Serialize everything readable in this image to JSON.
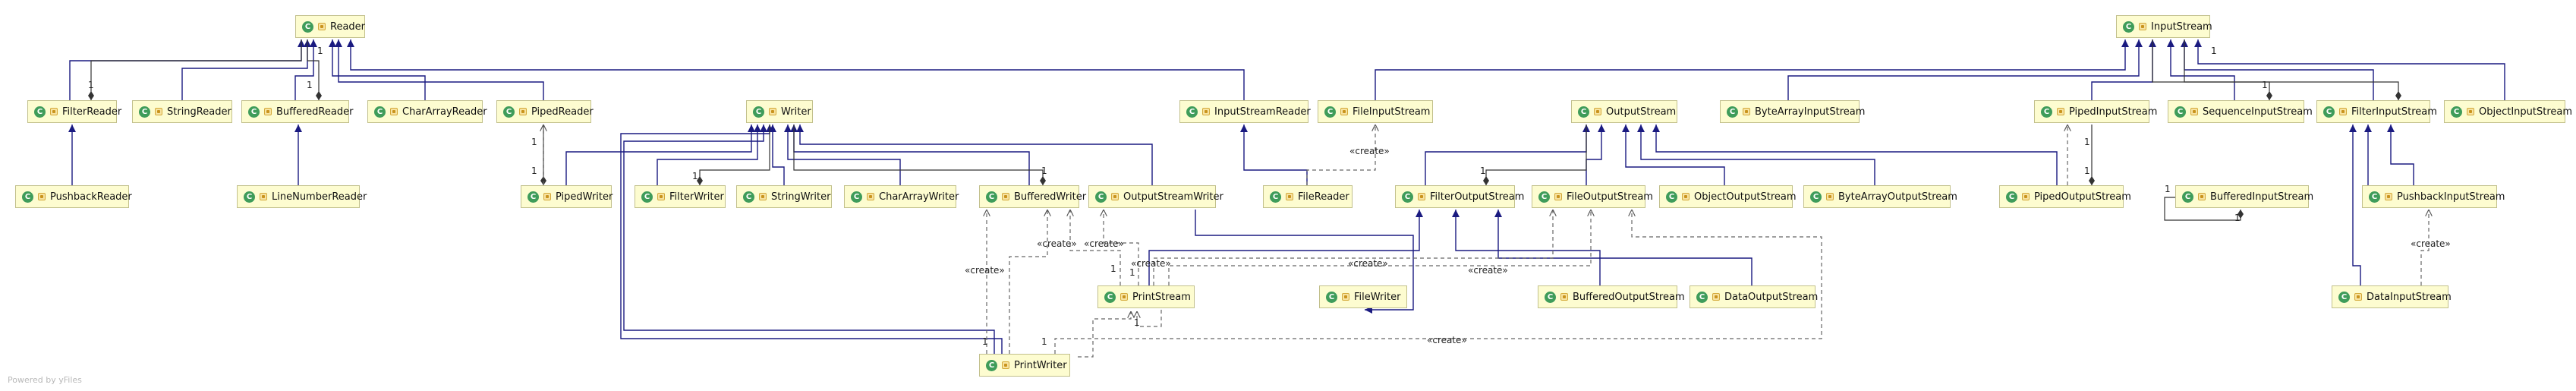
{
  "diagram": {
    "footer": "Powered by yFiles",
    "create_label": "«create»",
    "multiplicity": "1",
    "classes": {
      "reader": "Reader",
      "filter_reader": "FilterReader",
      "string_reader": "StringReader",
      "buffered_reader": "BufferedReader",
      "char_array_reader": "CharArrayReader",
      "piped_reader": "PipedReader",
      "pushback_reader": "PushbackReader",
      "line_number_reader": "LineNumberReader",
      "writer": "Writer",
      "piped_writer": "PipedWriter",
      "filter_writer": "FilterWriter",
      "string_writer": "StringWriter",
      "char_array_writer": "CharArrayWriter",
      "buffered_writer": "BufferedWriter",
      "output_stream_writer": "OutputStreamWriter",
      "input_stream_reader": "InputStreamReader",
      "file_reader": "FileReader",
      "file_input_stream": "FileInputStream",
      "print_stream": "PrintStream",
      "file_writer": "FileWriter",
      "print_writer": "PrintWriter",
      "output_stream": "OutputStream",
      "filter_output_stream": "FilterOutputStream",
      "file_output_stream": "FileOutputStream",
      "object_output_stream": "ObjectOutputStream",
      "byte_array_output_stream": "ByteArrayOutputStream",
      "buffered_output_stream": "BufferedOutputStream",
      "data_output_stream": "DataOutputStream",
      "input_stream": "InputStream",
      "byte_array_input_stream": "ByteArrayInputStream",
      "piped_input_stream": "PipedInputStream",
      "sequence_input_stream": "SequenceInputStream",
      "filter_input_stream": "FilterInputStream",
      "object_input_stream": "ObjectInputStream",
      "piped_output_stream": "PipedOutputStream",
      "buffered_input_stream": "BufferedInputStream",
      "pushback_input_stream": "PushbackInputStream",
      "data_input_stream": "DataInputStream"
    },
    "colors": {
      "node_fill": "#fdfcd0",
      "node_border": "#c2c08c",
      "inheritance_edge": "#1a1a80",
      "dependency_edge": "#666666",
      "class_badge": "#3f9c5a"
    }
  }
}
